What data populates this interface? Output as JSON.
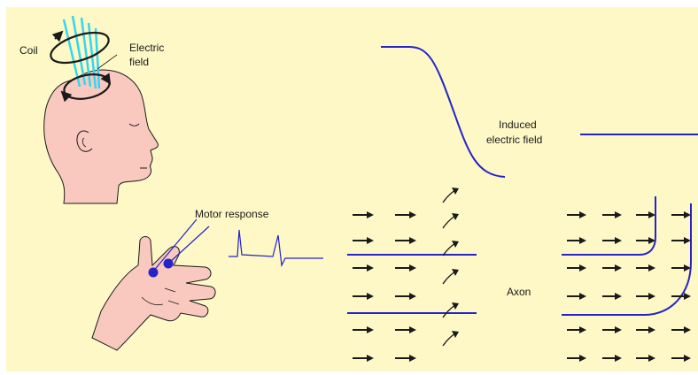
{
  "labels": {
    "coil": "Coil",
    "electric_field_line1": "Electric",
    "electric_field_line2": "field",
    "induced_line1": "Induced",
    "induced_line2": "electric field",
    "motor_response": "Motor response",
    "axon": "Axon"
  },
  "colors": {
    "background": "#fdf8c6",
    "curve_blue": "#2424c8",
    "coil_cyan": "#33d6ef",
    "skin": "#f9c9bf",
    "outline": "#1a1a1a"
  },
  "icons": [
    "coil-icon",
    "head-illustration",
    "hand-illustration",
    "electrode-icon",
    "arrow-icon"
  ]
}
